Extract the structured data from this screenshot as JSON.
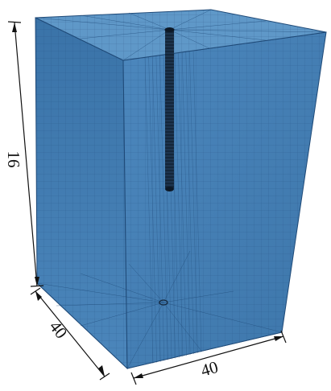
{
  "figure": {
    "colors": {
      "front_face": "#3f78ad",
      "side_face": "#4a84ba",
      "top_face": "#5f98c8",
      "bottom_face": "#5a93c3",
      "mesh_line": "#1f4a78",
      "pile": "#14263a",
      "dimension_line": "#111111"
    },
    "dimensions": {
      "height": "16",
      "depth": "40",
      "width": "40"
    }
  }
}
